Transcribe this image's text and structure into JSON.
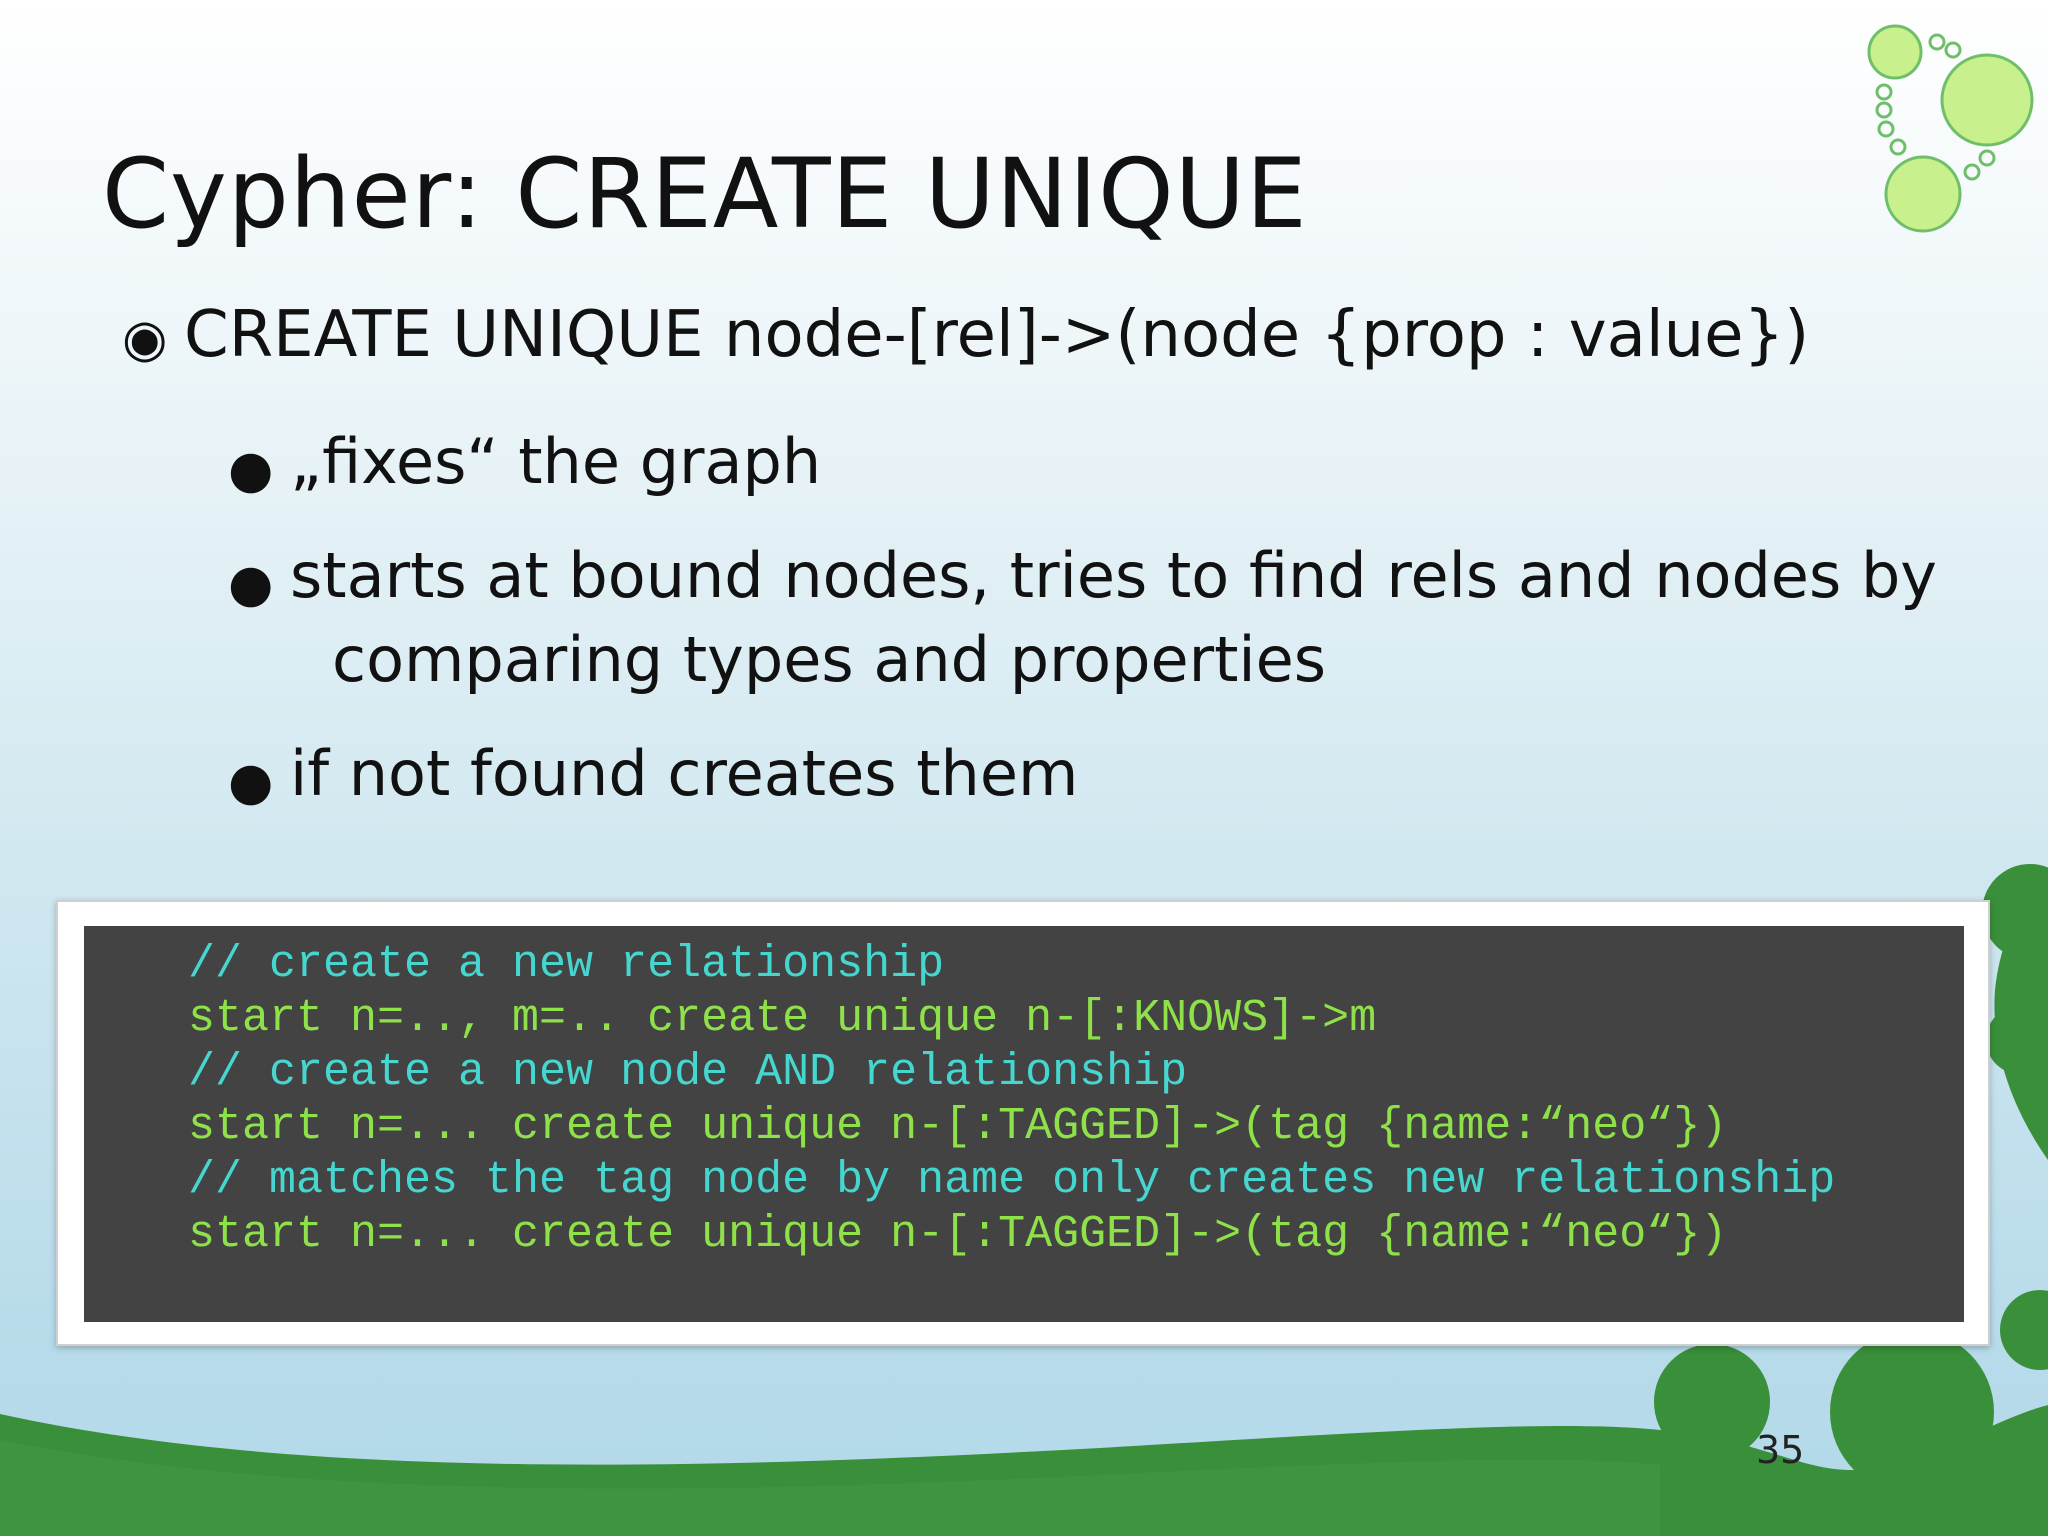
{
  "slide": {
    "title": "Cypher: CREATE UNIQUE",
    "main_bullet": {
      "marker": "◉",
      "text": "CREATE UNIQUE node-[rel]->(node {prop : value})"
    },
    "sub_bullets": [
      {
        "marker": "●",
        "line1": "„fixes“ the graph",
        "line2": ""
      },
      {
        "marker": "●",
        "line1": "starts at bound nodes, tries to find rels and nodes by",
        "line2": "comparing types and properties"
      },
      {
        "marker": "●",
        "line1": "if not found creates them",
        "line2": ""
      }
    ],
    "code": [
      {
        "kind": "comment",
        "text": "// create a new relationship"
      },
      {
        "kind": "code",
        "text": "start n=.., m=.. create unique n-[:KNOWS]->m"
      },
      {
        "kind": "comment",
        "text": "// create a new node AND relationship"
      },
      {
        "kind": "code",
        "text": "start n=... create unique n-[:TAGGED]->(tag {name:“neo“})"
      },
      {
        "kind": "comment",
        "text": "// matches the tag node by name only creates new relationship"
      },
      {
        "kind": "code",
        "text": "start n=... create unique n-[:TAGGED]->(tag {name:“neo“})"
      }
    ],
    "page_number": "35"
  },
  "colors": {
    "code_background": "#434343",
    "code_comment": "#46d6d0",
    "code_text": "#8fe14a",
    "bubble_fill": "#c8f08c",
    "bubble_stroke": "#6fbf6a",
    "hill_green": "#3a8f3a"
  }
}
